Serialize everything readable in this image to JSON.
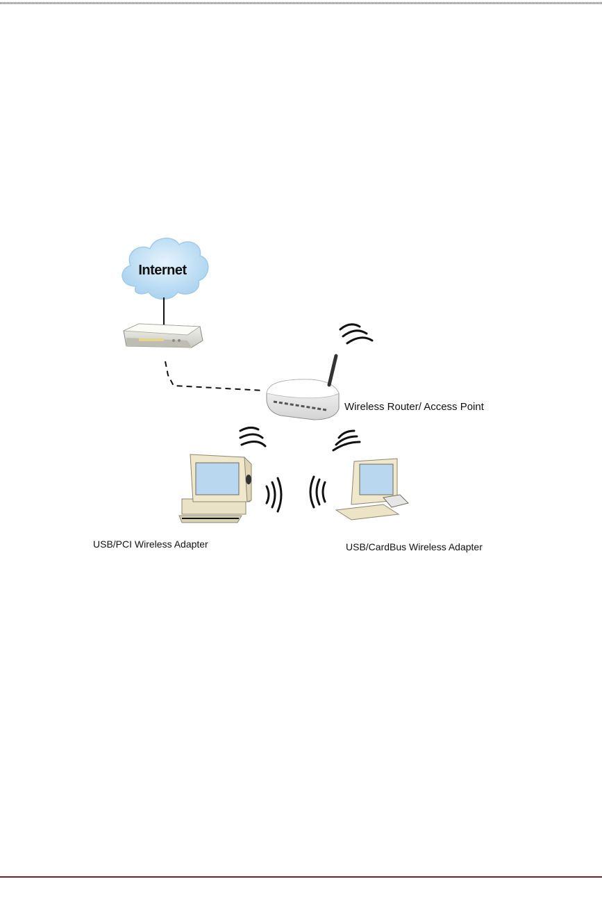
{
  "diagram": {
    "internet_label": "Internet",
    "router_label": "Wireless Router/ Access Point",
    "desktop_label": "USB/PCI Wireless Adapter",
    "laptop_label": "USB/CardBus Wireless Adapter"
  },
  "colors": {
    "cloud": "#c5e3f7",
    "cloud_edge": "#9fcbea",
    "footer_rule": "#7a1f1f",
    "device_beige": "#f2ecd2",
    "screen_blue": "#b9d7ee"
  }
}
